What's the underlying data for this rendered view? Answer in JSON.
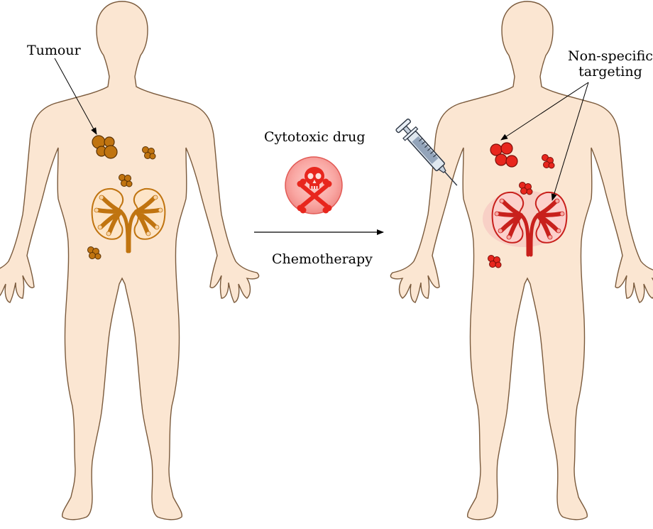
{
  "labels": {
    "tumour": "Tumour",
    "cytotoxic_drug": "Cytotoxic drug",
    "chemotherapy": "Chemotherapy",
    "non_specific_line1": "Non-specific",
    "non_specific_line2": "targeting"
  },
  "colors": {
    "skin": "#fbe6d2",
    "skin_outline": "#7a5a3c",
    "tumour_brown": "#c07410",
    "tumour_red": "#e8261d",
    "kidney_brown": "#c07410",
    "kidney_red": "#c8201c",
    "skull_badge": "#f9a6a2"
  },
  "icons": {
    "drug_badge": "skull-crossbones-icon",
    "injection": "syringe-icon"
  }
}
